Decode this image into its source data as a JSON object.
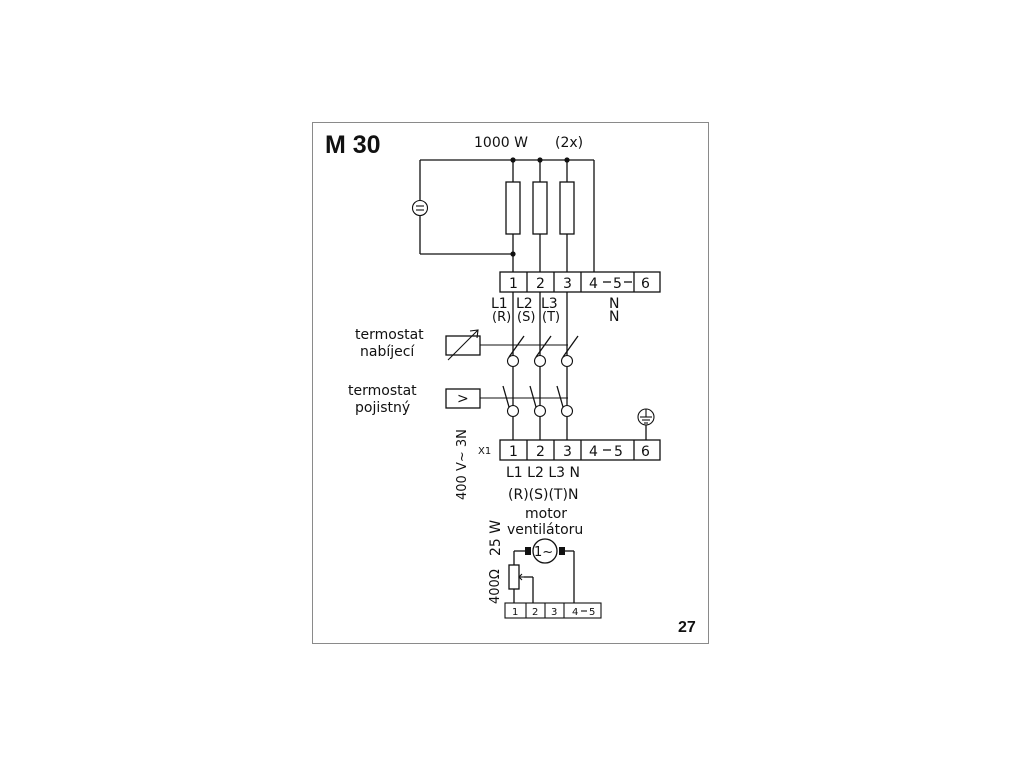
{
  "header": {
    "model": "M 30",
    "power_label": "1000  W",
    "count_label": "(2x)",
    "page_number": "27"
  },
  "top_terminal": {
    "cells": [
      "1",
      "2",
      "3",
      "4",
      "5",
      "6"
    ],
    "phases": [
      "L1",
      "L2",
      "L3"
    ],
    "phases_alt": [
      "(R)",
      "(S)",
      "(T)"
    ],
    "neutral_1": "N",
    "neutral_2": "N"
  },
  "thermostats": {
    "charging_line1": "termostat",
    "charging_line2": "nabíjecí",
    "safety_line1": "termostat",
    "safety_line2": "pojistný",
    "safety_symbol": ">"
  },
  "main_terminal": {
    "id": "X1",
    "cells": [
      "1",
      "2",
      "3",
      "4",
      "5",
      "6"
    ],
    "bottom_labels_1": "L1 L2 L3 N",
    "bottom_labels_2": "(R)(S)(T)N"
  },
  "supply_label": "400  V~ 3N",
  "motor": {
    "label_line1": "motor",
    "label_line2": "ventilátoru",
    "power": "25  W",
    "resistor": "400Ω",
    "symbol": "1~",
    "cells": [
      "1",
      "2",
      "3",
      "4",
      "5"
    ]
  },
  "icons": [
    "heater-element-icon",
    "capacitor-icon",
    "ground-icon",
    "switch-icon",
    "motor-icon",
    "potentiometer-icon"
  ]
}
